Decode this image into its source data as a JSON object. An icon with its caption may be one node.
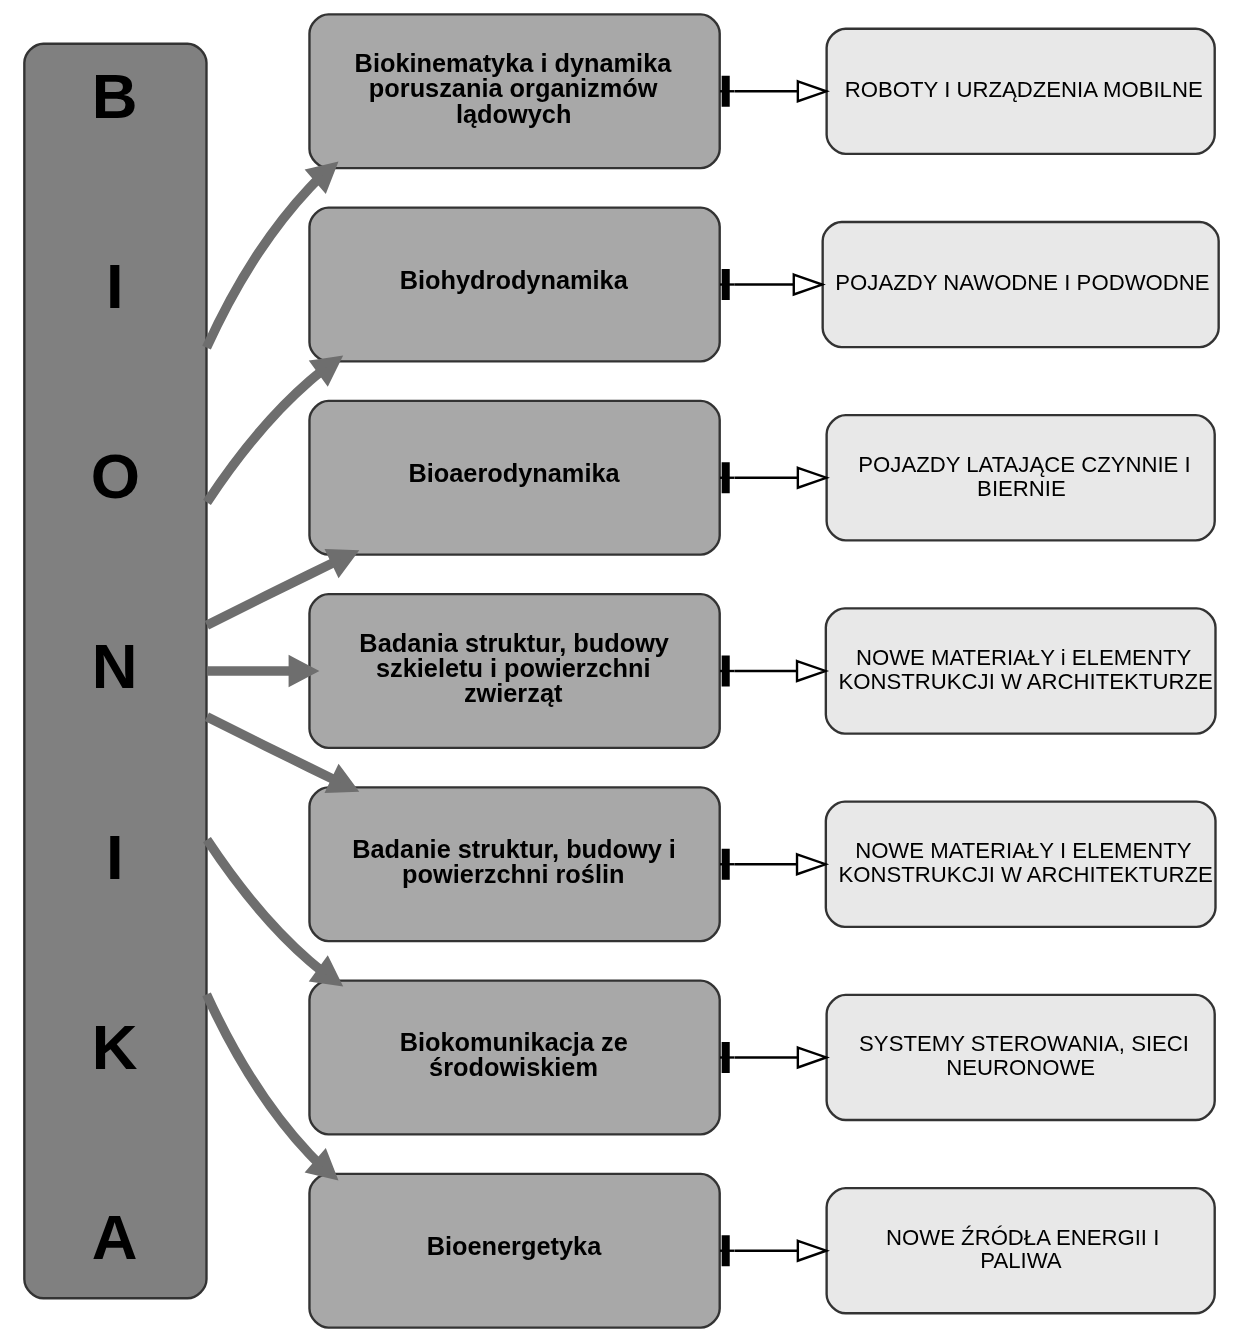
{
  "diagram": {
    "nodes": [
      {
        "text": [
          "B I O N I K A"
        ]
      },
      {
        "text": [
          "Biokinematyka i dynamika poruszania organizmów lądowych"
        ]
      },
      {
        "text": [
          "Biohydrodynamika"
        ]
      },
      {
        "text": [
          "Bioaerodynamika"
        ]
      },
      {
        "text": [
          "Badania struktur, budowy szkieletu i powierzchni zwierząt"
        ]
      },
      {
        "text": [
          "Badanie struktur, budowy i powierzchni roślin"
        ]
      },
      {
        "text": [
          "Biokomunikacja ze środowiskiem"
        ]
      },
      {
        "text": [
          "Bioenergetyka"
        ]
      },
      {
        "text": [
          "ROBOTY I URZĄDZENIA MOBILNE"
        ]
      },
      {
        "text": [
          "POJAZDY NAWODNE I PODWODNE"
        ]
      },
      {
        "text": [
          "POJAZDY LATAJĄCE CZYNNIE I BIERNIE"
        ]
      },
      {
        "text": [
          "NOWE MATERIAŁY i ELEMENTY KONSTRUKCJI W ARCHITEKTURZE"
        ]
      },
      {
        "text": [
          "NOWE MATERIAŁY I ELEMENTY KONSTRUKCJI W ARCHITEKTURZE"
        ]
      },
      {
        "text": [
          "SYSTEMY STEROWANIA, SIECI NEURONOWE"
        ]
      },
      {
        "text": [
          "NOWE ŹRÓDŁA ENERGII I PALIWA"
        ]
      }
    ],
    "edges": [
      {
        "from": 0,
        "to": 1,
        "arrow": "to",
        "style": "thick",
        "color": "#6e6e6e"
      },
      {
        "from": 0,
        "to": 2,
        "arrow": "to",
        "style": "thick",
        "color": "#6e6e6e"
      },
      {
        "from": 0,
        "to": 3,
        "arrow": "to",
        "style": "thick",
        "color": "#6e6e6e"
      },
      {
        "from": 0,
        "to": 4,
        "arrow": "to",
        "style": "thick",
        "color": "#6e6e6e"
      },
      {
        "from": 0,
        "to": 5,
        "arrow": "to",
        "style": "thick",
        "color": "#6e6e6e"
      },
      {
        "from": 0,
        "to": 6,
        "arrow": "to",
        "style": "thick",
        "color": "#6e6e6e"
      },
      {
        "from": 0,
        "to": 7,
        "arrow": "to",
        "style": "thick",
        "color": "#6e6e6e"
      },
      {
        "from": 1,
        "to": 8,
        "arrow": "to",
        "color": "#000000"
      },
      {
        "from": 2,
        "to": 9,
        "arrow": "to",
        "color": "#000000"
      },
      {
        "from": 3,
        "to": 10,
        "arrow": "to",
        "color": "#000000"
      },
      {
        "from": 4,
        "to": 11,
        "arrow": "to",
        "color": "#000000"
      },
      {
        "from": 5,
        "to": 12,
        "arrow": "to",
        "color": "#000000"
      },
      {
        "from": 6,
        "to": 13,
        "arrow": "to",
        "color": "#000000"
      },
      {
        "from": 7,
        "to": 14,
        "arrow": "to",
        "color": "#000000"
      }
    ]
  }
}
